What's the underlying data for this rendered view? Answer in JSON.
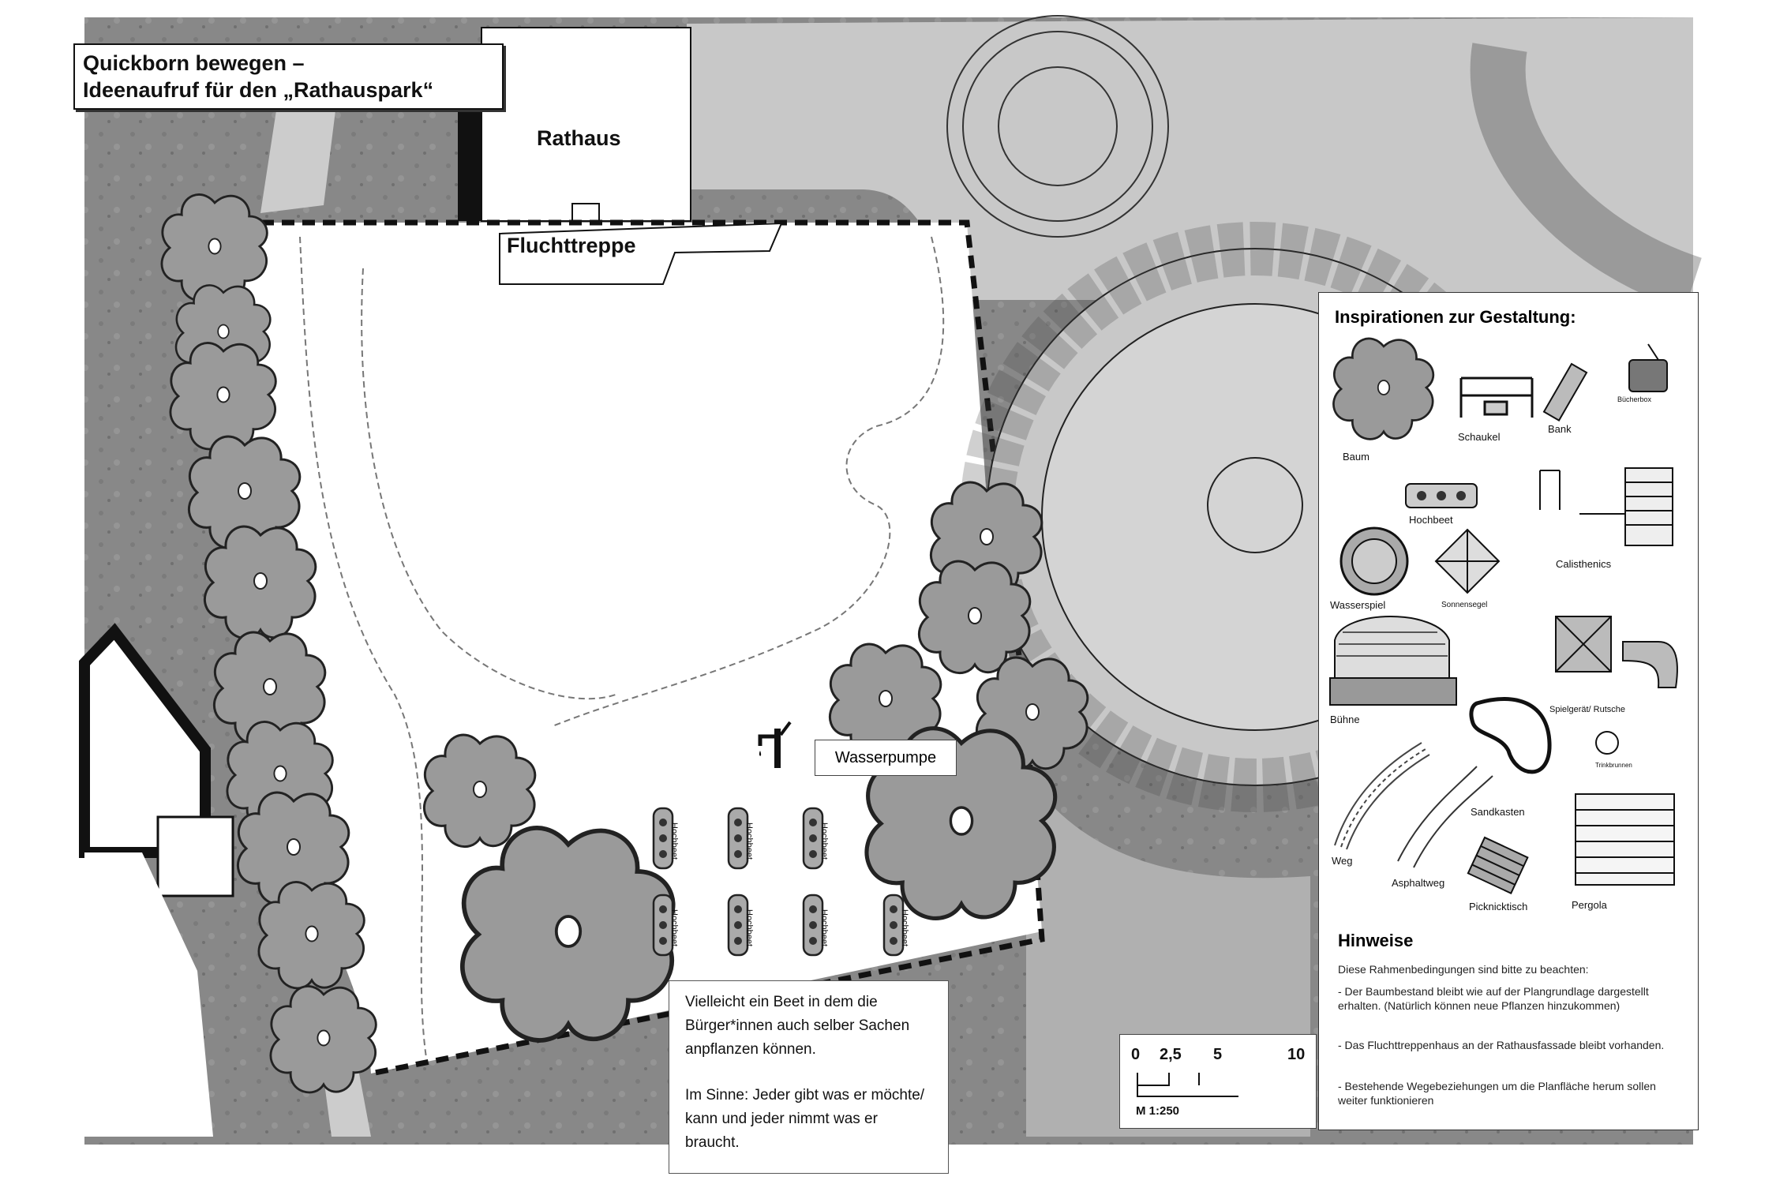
{
  "title": {
    "line1": "Quickborn bewegen –",
    "line2": "Ideenaufruf für den „Rathauspark“"
  },
  "map_labels": {
    "rathaus": "Rathaus",
    "fluchttreppe": "Fluchttreppe",
    "wasserpumpe": "Wasserpumpe",
    "hochbeet": "Hochbeet"
  },
  "note": {
    "para1": "Vielleicht ein Beet in dem die Bürger*innen auch selber Sachen anpflanzen können.",
    "para2": "Im Sinne: Jeder gibt was er möchte/ kann und jeder nimmt was er braucht."
  },
  "legend": {
    "title": "Inspirationen zur Gestaltung:",
    "items": {
      "baum": "Baum",
      "schaukel": "Schaukel",
      "bank": "Bank",
      "buecherbox": "Bücherbox",
      "hochbeet": "Hochbeet",
      "calisthenics": "Calisthenics",
      "wasserspiel": "Wasserspiel",
      "sonnensegel": "Sonnensegel",
      "buehne": "Bühne",
      "spielgeraet": "Spielgerät/ Rutsche",
      "trinkbrunnen": "Trinkbrunnen",
      "sandkasten": "Sandkasten",
      "weg": "Weg",
      "asphaltweg": "Asphaltweg",
      "picknicktisch": "Picknicktisch",
      "pergola": "Pergola"
    }
  },
  "hints": {
    "title": "Hinweise",
    "intro": "Diese Rahmenbedingungen sind bitte zu beachten:",
    "items": [
      "- Der Baumbestand bleibt wie auf der Plangrundlage dargestellt erhalten. (Natürlich können neue Pflanzen hinzukommen)",
      "- Das Fluchttreppenhaus an der Rathausfassade bleibt vorhanden.",
      "- Bestehende Wegebeziehungen um die Planfläche herum sollen weiter funktionieren"
    ]
  },
  "scale": {
    "ticks": [
      "0",
      "2,5",
      "5",
      "10"
    ],
    "label": "M 1:250"
  }
}
